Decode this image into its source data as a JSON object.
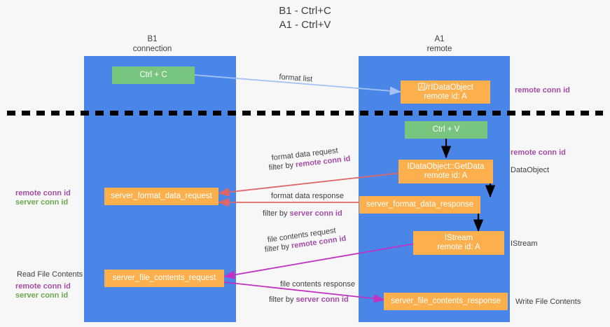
{
  "title": {
    "line1": "B1 - Ctrl+C",
    "line2": "A1 - Ctrl+V"
  },
  "columns": [
    {
      "name": "B1",
      "role": "connection"
    },
    {
      "name": "A1",
      "role": "remote"
    }
  ],
  "colors": {
    "lane": "#4a86e8",
    "box_green": "#78c57f",
    "box_orange": "#fbb04d",
    "purple": "#a64ca6",
    "green_text": "#6aa84f",
    "arrow_blue": "#a4c2f4",
    "arrow_red": "#e06666",
    "arrow_magenta": "#c232c2",
    "arrow_black": "#000000",
    "divider": "#000000",
    "background": "#f7f7f7"
  },
  "boxes": [
    {
      "id": "ctrl-c",
      "label": "Ctrl + C",
      "sub": "",
      "color": "green"
    },
    {
      "id": "idataobject",
      "label": "囚/гIDataObject",
      "sub": "remote id: A",
      "color": "orange"
    },
    {
      "id": "ctrl-v",
      "label": "Ctrl + V",
      "sub": "",
      "color": "green"
    },
    {
      "id": "idataobject-getdata",
      "label": "IDataObject::GetData",
      "sub": "remote id: A",
      "color": "orange"
    },
    {
      "id": "server-format-data-request",
      "label": "server_format_data_request",
      "sub": "",
      "color": "orange"
    },
    {
      "id": "server-format-data-response",
      "label": "server_format_data_response",
      "sub": "",
      "color": "orange"
    },
    {
      "id": "istream",
      "label": "IStream",
      "sub": "remote id: A",
      "color": "orange"
    },
    {
      "id": "server-file-contents-request",
      "label": "server_file_contents_request",
      "sub": "",
      "color": "orange"
    },
    {
      "id": "server-file-contents-response",
      "label": "server_file_contents_response",
      "sub": "",
      "color": "orange"
    }
  ],
  "arrow_labels": {
    "format_list": "format list",
    "format_data_request": "format data request",
    "format_data_request_filter_prefix": "filter by ",
    "format_data_request_filter_key": "remote conn id",
    "format_data_response": "format data response",
    "format_data_response_filter_prefix": "filter by ",
    "format_data_response_filter_key": "server conn id",
    "file_contents_request": "file contents request",
    "file_contents_request_filter_prefix": "filter by ",
    "file_contents_request_filter_key": "remote conn id",
    "file_contents_response": "file contents response",
    "file_contents_response_filter_prefix": "filter by ",
    "file_contents_response_filter_key": "server conn id"
  },
  "side_labels": {
    "right_top_remote_conn_id": "remote conn id",
    "right_mid_remote_conn_id": "remote conn id",
    "right_dataobject": "DataObject",
    "right_istream": "IStream",
    "right_write_file_contents": "Write File Contents",
    "left_remote_conn_id_1": "remote conn id",
    "left_server_conn_id_1": "server conn id",
    "left_read_file_contents": "Read File Contents",
    "left_remote_conn_id_2": "remote conn id",
    "left_server_conn_id_2": "server conn id"
  }
}
